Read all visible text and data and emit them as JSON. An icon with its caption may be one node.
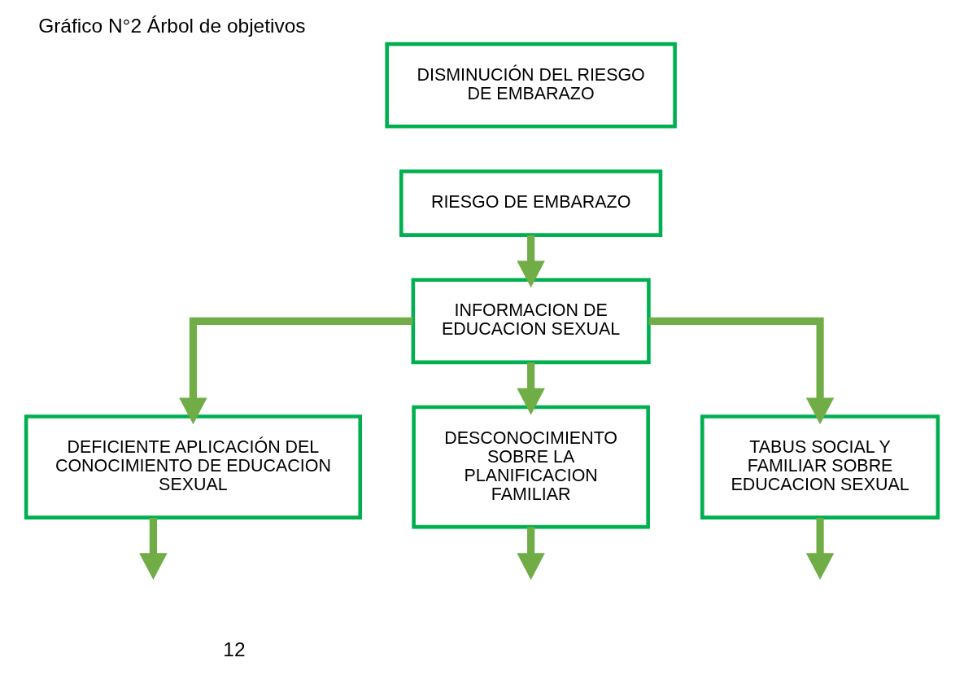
{
  "diagram": {
    "title": "Gráfico N°2 Árbol de objetivos",
    "nodes": [
      {
        "text": [
          "DISMINUCIÓN DEL RIESGO DE EMBARAZO"
        ]
      },
      {
        "text": [
          "RIESGO DE EMBARAZO"
        ]
      },
      {
        "text": [
          "INFORMACION DE EDUCACION SEXUAL"
        ]
      },
      {
        "text": [
          "DEFICIENTE APLICACIÓN DEL CONOCIMIENTO DE EDUCACION SEXUAL"
        ]
      },
      {
        "text": [
          "DESCONOCIMIENTO SOBRE LA PLANIFICACION FAMILIAR"
        ]
      },
      {
        "text": [
          "TABUS SOCIAL Y FAMILIAR SOBRE EDUCACION SEXUAL"
        ]
      }
    ],
    "edges": [
      {
        "from": 1,
        "to": 2,
        "arrow": "to"
      },
      {
        "from": 2,
        "to": 3,
        "arrow": "to"
      },
      {
        "from": 2,
        "to": 4,
        "arrow": "to"
      },
      {
        "from": 2,
        "to": 5,
        "arrow": "to"
      },
      {
        "from": 3,
        "to": null,
        "arrow": "to"
      },
      {
        "from": 4,
        "to": null,
        "arrow": "to"
      },
      {
        "from": 5,
        "to": null,
        "arrow": "to"
      }
    ],
    "labels": [
      "12"
    ]
  }
}
